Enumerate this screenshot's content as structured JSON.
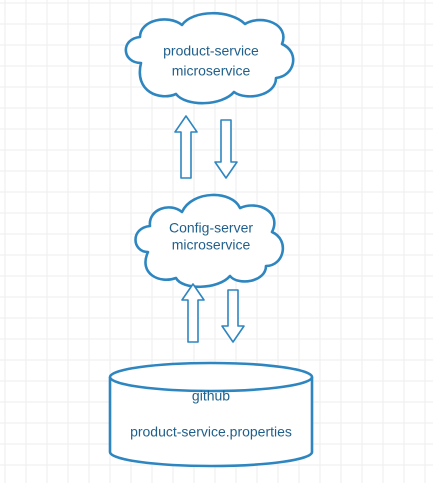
{
  "diagram": {
    "nodes": [
      {
        "id": "product-service",
        "shape": "cloud",
        "lines": [
          "product-service",
          "microservice"
        ]
      },
      {
        "id": "config-server",
        "shape": "cloud",
        "lines": [
          "Config-server",
          "microservice"
        ]
      },
      {
        "id": "github",
        "shape": "cylinder",
        "lines": [
          "github",
          "product-service.properties"
        ]
      }
    ],
    "edges": [
      {
        "from": "config-server",
        "to": "product-service",
        "direction": "up"
      },
      {
        "from": "product-service",
        "to": "config-server",
        "direction": "down"
      },
      {
        "from": "github",
        "to": "config-server",
        "direction": "up"
      },
      {
        "from": "config-server",
        "to": "github",
        "direction": "down"
      }
    ]
  },
  "colors": {
    "stroke": "#2e86c1",
    "text": "#1f5f8b",
    "grid": "#eeeeee",
    "background": "#ffffff"
  }
}
